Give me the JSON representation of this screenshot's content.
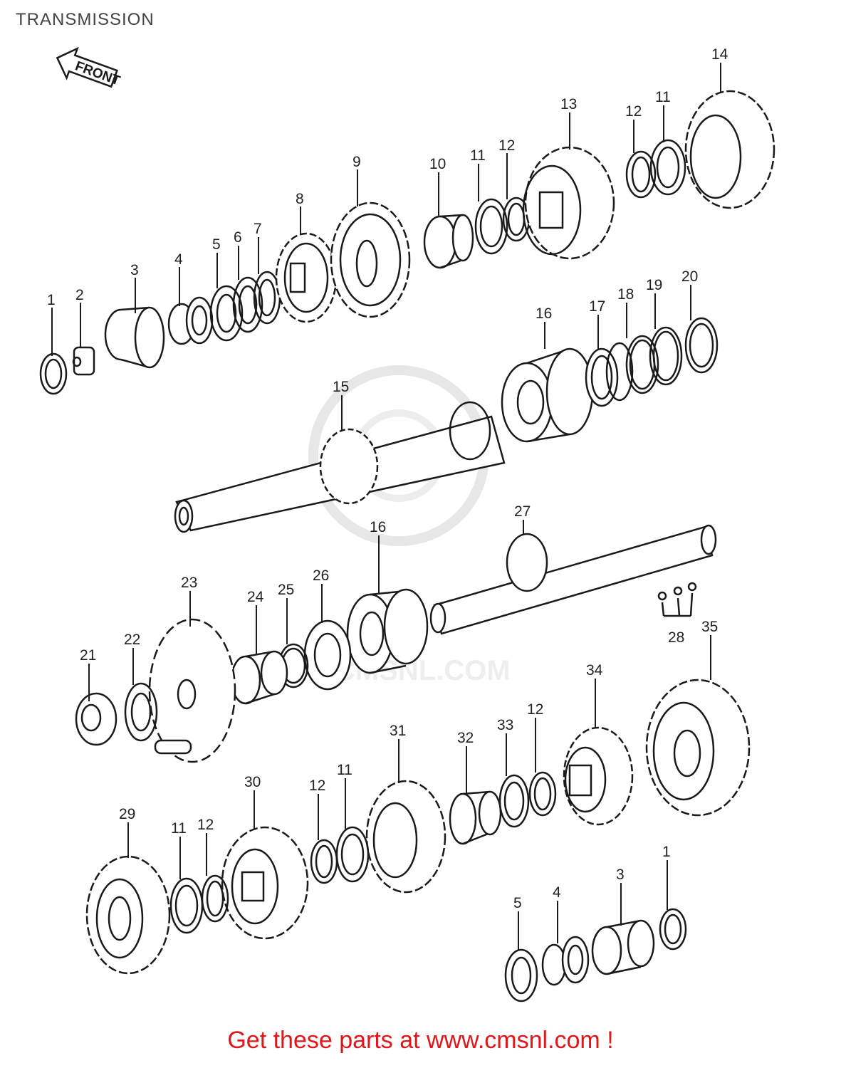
{
  "header": {
    "title": "TRANSMISSION"
  },
  "arrow": {
    "label": "FRONT"
  },
  "watermark": {
    "text": "CMSNL.COM"
  },
  "footer": {
    "text": "Get these parts at www.cmsnl.com !"
  },
  "callouts": [
    "1",
    "2",
    "3",
    "4",
    "5",
    "6",
    "7",
    "8",
    "9",
    "10",
    "11",
    "12",
    "13",
    "12",
    "11",
    "14",
    "15",
    "16",
    "17",
    "18",
    "19",
    "20",
    "27",
    "16",
    "26",
    "25",
    "24",
    "23",
    "22",
    "21",
    "28",
    "35",
    "34",
    "12",
    "33",
    "32",
    "31",
    "11",
    "12",
    "30",
    "29",
    "11",
    "12",
    "5",
    "4",
    "3",
    "1"
  ],
  "colors": {
    "line": "#1a1a1a",
    "footer": "#e0161a",
    "watermark": "#d8d8d8"
  }
}
